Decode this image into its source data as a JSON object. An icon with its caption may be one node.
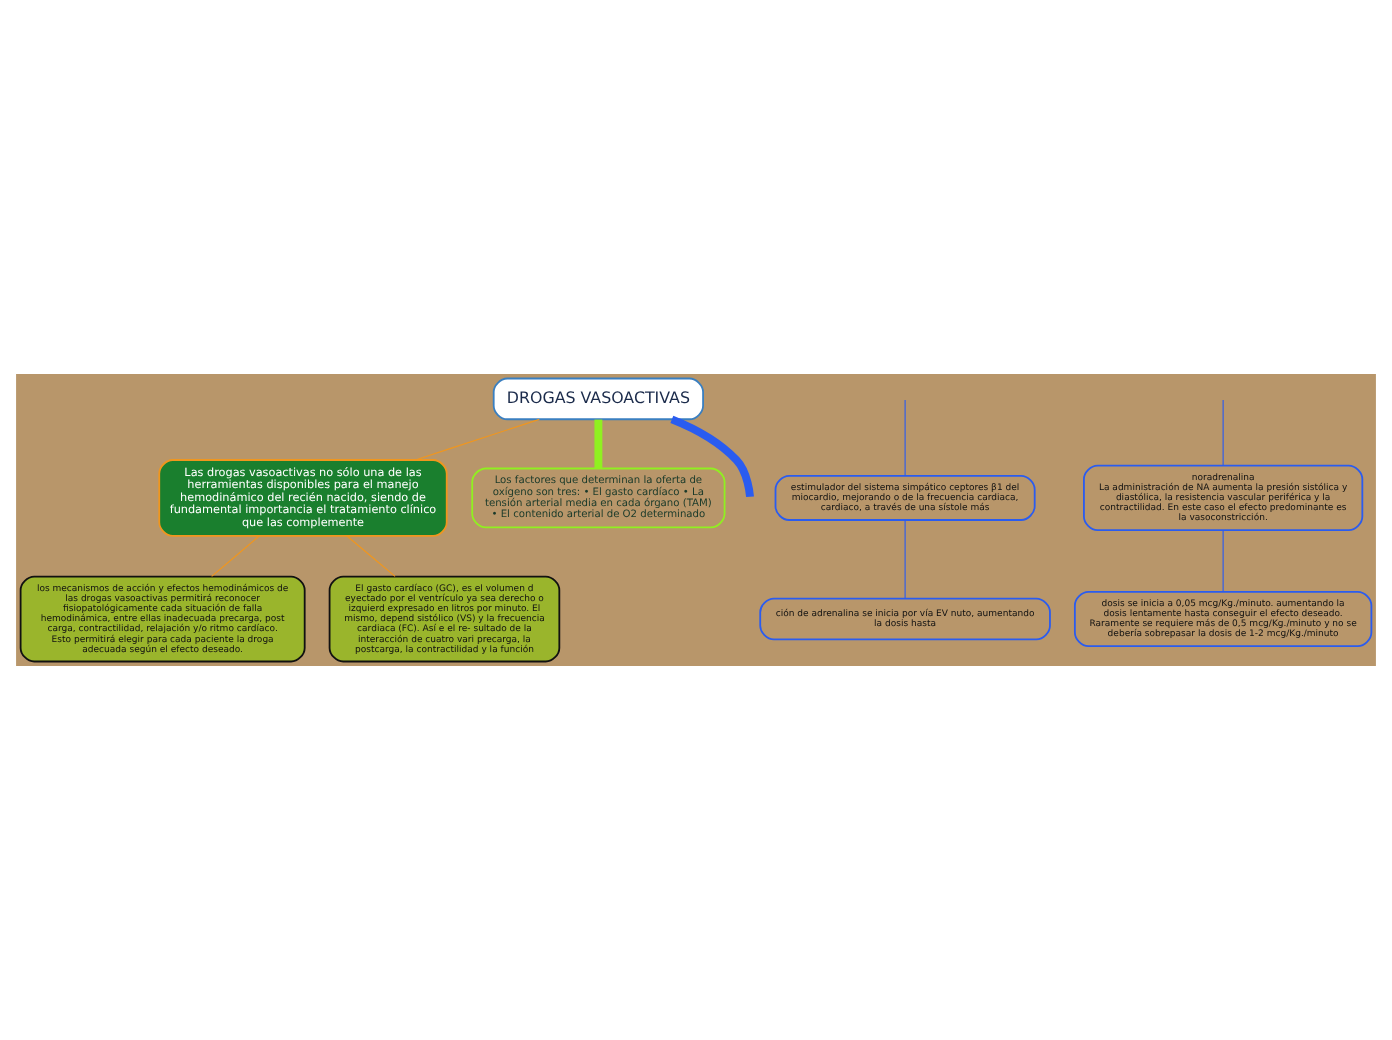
{
  "diagram": {
    "nodes": [
      {
        "text": [
          "DROGAS VASOACTIVAS"
        ]
      },
      {
        "text": [
          "Las drogas vasoactivas no sólo una de las herramientas disponibles para el manejo hemodinámico del recién nacido, siendo de fundamental importancia el tratamiento clínico que las complemente"
        ]
      },
      {
        "text": [
          "los mecanismos de acción y efectos hemodinámicos de las drogas vasoactivas permitirá reconocer fisiopatológicamente cada situación de falla hemodinámica, entre ellas inadecuada precarga, post carga, contractilidad, relajación y/o ritmo cardíaco. Esto permitirá elegir para cada paciente la droga adecuada según el efecto deseado."
        ]
      },
      {
        "text": [
          "El gasto cardíaco (GC), es el volumen d eyectado por el ventrículo ya sea derecho o izquierd expresado en litros por minuto. El mismo, depend sistólico (VS) y la frecuencia cardiaca (FC). Así e el re- sultado de la interacción de cuatro vari precarga, la postcarga, la contractilidad y la función"
        ]
      },
      {
        "text": [
          "Los factores que determinan la oferta de oxígeno son tres: • El gasto cardíaco • La tensión arterial media en cada órgano (TAM) • El contenido arterial de O2 determinado"
        ]
      },
      {
        "text": [
          "estimulador del sistema simpático ceptores β1 del miocardio, mejorando o de la frecuencia cardiaca, cardiaco, a través de una sístole más"
        ]
      },
      {
        "text": [
          "ción de adrenalina se inicia por vía EV nuto, aumentando la dosis hasta"
        ]
      },
      {
        "text": [
          "noradrenalina",
          "La administración de NA aumenta la presión sistólica y diastólica, la resistencia vascular periférica y la contractilidad. En este caso el efecto predominante es la vasoconstricción."
        ]
      },
      {
        "text": [
          "dosis se inicia a 0,05 mcg/Kg./minuto. aumentando la dosis lentamente hasta conseguir el efecto deseado. Raramente se requiere más de 0,5 mcg/Kg./minuto y no se debería sobrepasar la dosis de 1-2 mcg/Kg./minuto"
        ]
      }
    ],
    "edges": [
      {
        "from": 0,
        "to": 1,
        "arrow": "none",
        "color": "#f0961e"
      },
      {
        "from": 1,
        "to": 2,
        "arrow": "none",
        "color": "#f0961e"
      },
      {
        "from": 1,
        "to": 3,
        "arrow": "none",
        "color": "#f0961e"
      },
      {
        "from": 0,
        "to": 4,
        "arrow": "none",
        "color": "#90f020",
        "style": "thick"
      },
      {
        "from": 0,
        "to": null,
        "arrow": "none",
        "style": "thick"
      },
      {
        "from": null,
        "to": 5,
        "arrow": "none"
      },
      {
        "from": null,
        "to": 7,
        "arrow": "none"
      },
      {
        "from": 5,
        "to": 6,
        "arrow": "none"
      },
      {
        "from": 7,
        "to": 8,
        "arrow": "none"
      }
    ]
  }
}
